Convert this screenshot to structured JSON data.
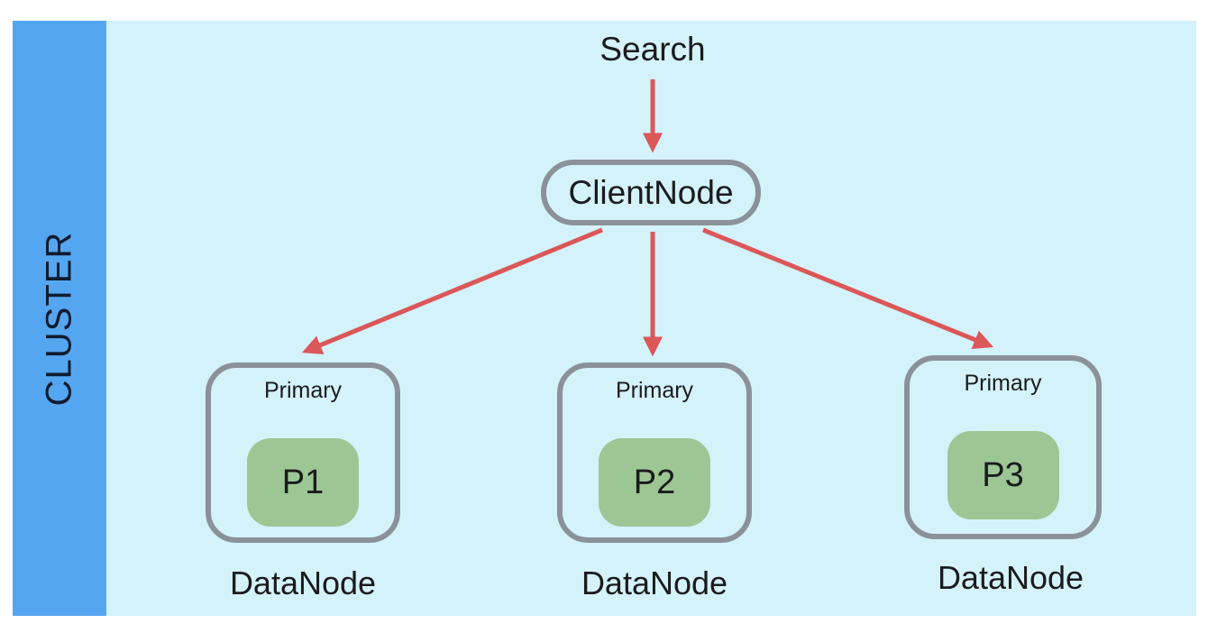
{
  "diagram": {
    "band_label": "CLUSTER",
    "search_label": "Search",
    "client_node_label": "ClientNode",
    "data_nodes": [
      {
        "role": "Primary",
        "shard": "P1",
        "caption": "DataNode"
      },
      {
        "role": "Primary",
        "shard": "P2",
        "caption": "DataNode"
      },
      {
        "role": "Primary",
        "shard": "P3",
        "caption": "DataNode"
      }
    ],
    "arrows": [
      {
        "from": "Search",
        "to": "ClientNode"
      },
      {
        "from": "ClientNode",
        "to": "DataNode P1"
      },
      {
        "from": "ClientNode",
        "to": "DataNode P2"
      },
      {
        "from": "ClientNode",
        "to": "DataNode P3"
      }
    ]
  },
  "colors": {
    "band_blue": "#55a6f1",
    "band_text": "#101c30",
    "background_cyan": "#d4f2fa",
    "node_border": "#8b9198",
    "shard_green": "#9cc795",
    "arrow_red": "#db5758",
    "text_dark": "#1b1b1d"
  }
}
